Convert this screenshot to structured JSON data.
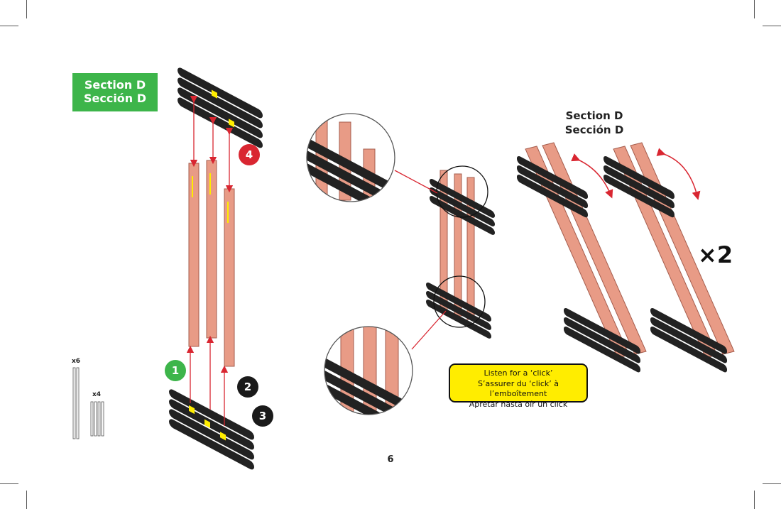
{
  "section_tag": {
    "line1": "Section D",
    "line2": "Sección D"
  },
  "section_title": {
    "line1": "Section D",
    "line2": "Sección D"
  },
  "steps": [
    "1",
    "2",
    "3",
    "4"
  ],
  "parts": {
    "rail_qty": "x6",
    "bar_qty": "x4"
  },
  "multiplier": "×2",
  "click_note": {
    "line1": "Listen for a ‘click’",
    "line2": "S’assurer du ‘click’ à l’emboîtement",
    "line3": "Apretar hasta oír un click"
  },
  "page_number": "6",
  "colors": {
    "green": "#3db54a",
    "red": "#d92631",
    "black": "#1a1a1a",
    "rail": "#e89b86",
    "tread": "#222222",
    "yellow": "#ffed00"
  }
}
